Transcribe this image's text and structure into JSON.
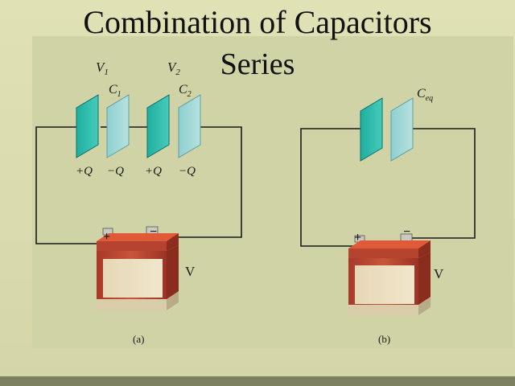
{
  "title": {
    "line1": "Combination of Capacitors",
    "line2": "Series"
  },
  "circuit_a": {
    "v1_label": "V",
    "v1_sub": "1",
    "v2_label": "V",
    "v2_sub": "2",
    "c1_label": "C",
    "c1_sub": "1",
    "c2_label": "C",
    "c2_sub": "2",
    "charges": [
      "+Q",
      "−Q",
      "+Q",
      "−Q"
    ],
    "battery_plus": "+",
    "battery_minus": "−",
    "battery_label": "V",
    "caption": "(a)"
  },
  "circuit_b": {
    "ceq_label": "C",
    "ceq_sub": "eq",
    "battery_plus": "+",
    "battery_minus": "−",
    "battery_label": "V",
    "caption": "(b)"
  },
  "colors": {
    "plate_fill": "#2fbfb0",
    "plate_light": "#9fd8d8",
    "wire": "#1a1a1a",
    "battery_red": "#b8442e",
    "battery_cream": "#eadfc2"
  }
}
